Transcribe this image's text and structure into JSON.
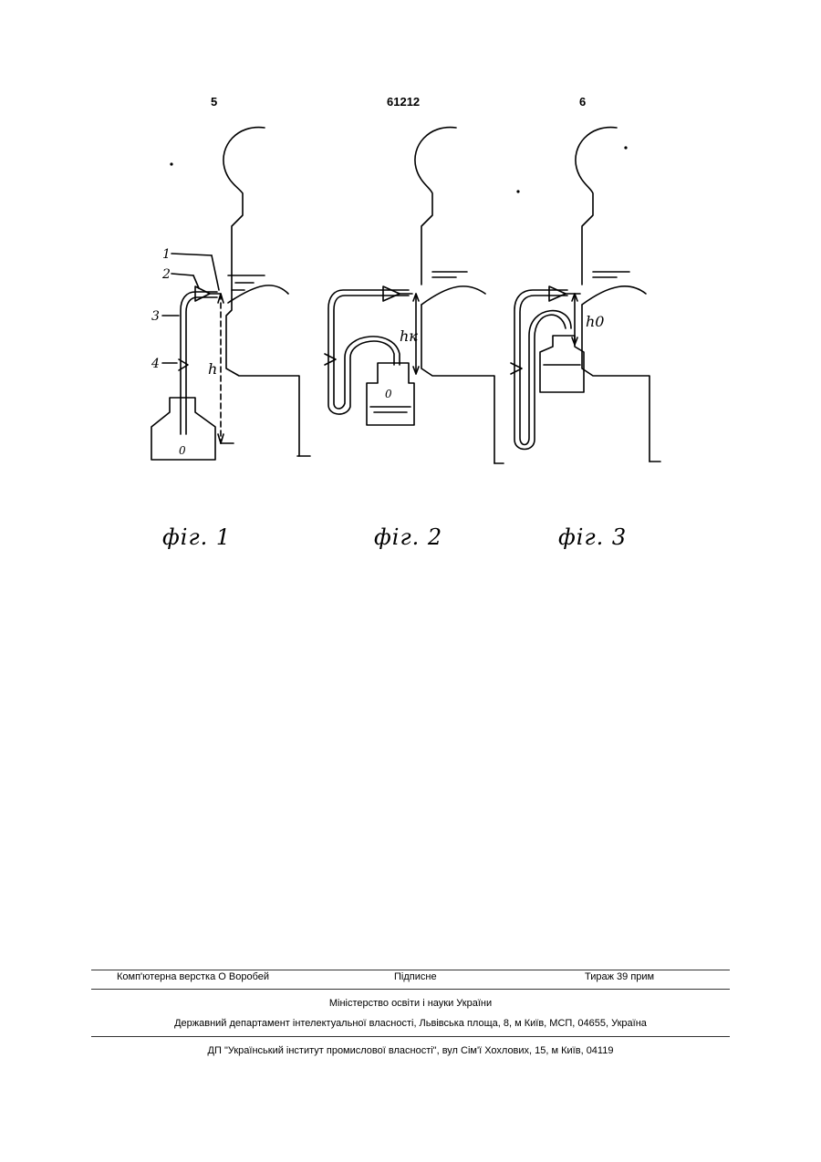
{
  "header": {
    "left_page": "5",
    "patent_number": "61212",
    "right_page": "6"
  },
  "figures": {
    "fig1": {
      "caption": "фіг. 1",
      "callouts": [
        "1",
        "2",
        "3",
        "4"
      ],
      "height_label": "h",
      "vessel_label": "0"
    },
    "fig2": {
      "caption": "фіг. 2",
      "height_label": "hк",
      "vessel_label": "0"
    },
    "fig3": {
      "caption": "фіг. 3",
      "height_label": "h0"
    }
  },
  "imprint": {
    "layout": "Комп'ютерна верстка О  Воробей",
    "signed": "Підписне",
    "circulation": "Тираж 39 прим",
    "ministry": "Міністерство освіти і науки України",
    "department": "Державний департамент інтелектуальної власності, Львівська площа, 8, м  Київ, МСП, 04655, Україна",
    "institute": "ДП \"Український інститут промислової власності\", вул  Сім'ї Хохлових, 15, м  Київ, 04119"
  }
}
